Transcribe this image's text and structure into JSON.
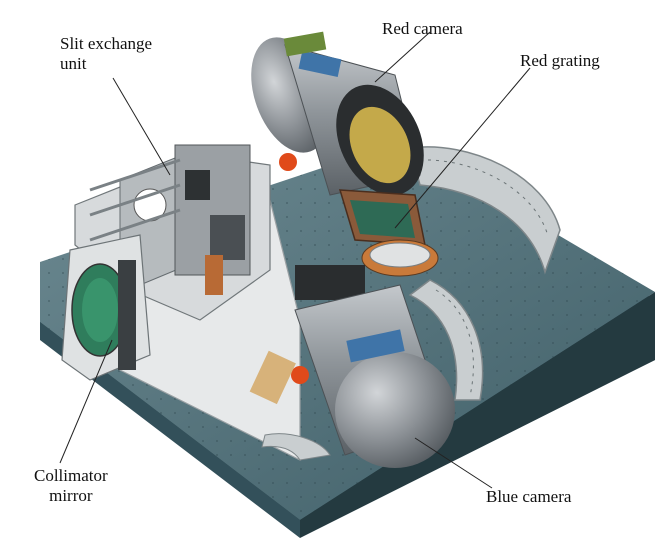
{
  "labels": {
    "slit_exchange_unit_line1": "Slit exchange",
    "slit_exchange_unit_line2": "unit",
    "red_camera": "Red camera",
    "red_grating": "Red grating",
    "collimator_mirror_line1": "Collimator",
    "collimator_mirror_line2": "mirror",
    "blue_camera": "Blue camera"
  },
  "colors": {
    "optical_table": "#4f6f78",
    "camera_body": "#8e9398",
    "grating_frame": "#8a5a3a",
    "mount_plate": "#c7cbcd",
    "lens_cap": "#3f74a8",
    "actuator": "#e04a1a"
  }
}
